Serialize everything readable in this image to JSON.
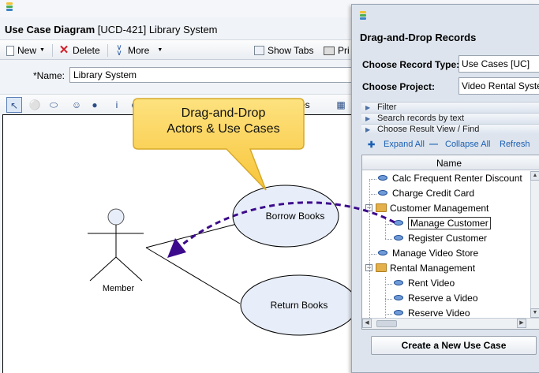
{
  "main": {
    "title_bold": "Use Case Diagram",
    "title_rest": "[UCD-421] Library System",
    "toolbar": {
      "new_label": "New",
      "delete_label": "Delete",
      "more_label": "More",
      "show_tabs_label": "Show Tabs",
      "print_label": "Pri"
    },
    "name_label": "*Name:",
    "name_value": "Library System",
    "palette_text_label": "les"
  },
  "diagram": {
    "actor_label": "Member",
    "use_cases": [
      "Borrow Books",
      "Return Books"
    ]
  },
  "callout": {
    "line1": "Drag-and-Drop",
    "line2": "Actors & Use Cases"
  },
  "panel": {
    "title": "Drag-and-Drop Records",
    "record_type_label": "Choose Record Type:",
    "record_type_value": "Use Cases [UC]",
    "project_label": "Choose Project:",
    "project_value": "Video Rental System",
    "accordions": [
      "Filter",
      "Search records by text",
      "Choose Result View / Find"
    ],
    "expand_all": "Expand All",
    "collapse_all": "Collapse All",
    "refresh": "Refresh",
    "column_name": "Name",
    "tree": [
      {
        "label": "Calc Frequent Renter Discount",
        "kind": "usecase",
        "level": 0
      },
      {
        "label": "Charge Credit Card",
        "kind": "usecase",
        "level": 0
      },
      {
        "label": "Customer Management",
        "kind": "folder",
        "level": 0
      },
      {
        "label": "Manage Customer",
        "kind": "usecase",
        "level": 1,
        "selected": true
      },
      {
        "label": "Register Customer",
        "kind": "usecase",
        "level": 1
      },
      {
        "label": "Manage Video Store",
        "kind": "usecase",
        "level": 0
      },
      {
        "label": "Rental Management",
        "kind": "folder",
        "level": 0
      },
      {
        "label": "Rent Video",
        "kind": "usecase",
        "level": 1
      },
      {
        "label": "Reserve a Video",
        "kind": "usecase",
        "level": 1
      },
      {
        "label": "Reserve Video",
        "kind": "usecase",
        "level": 1
      }
    ],
    "new_button": "Create a New Use Case"
  },
  "colors": {
    "callout_fill": "#fcd35a",
    "drag_arrow": "#3c0a8c",
    "oval_fill": "#e8eef9",
    "link": "#1a5fb4"
  }
}
